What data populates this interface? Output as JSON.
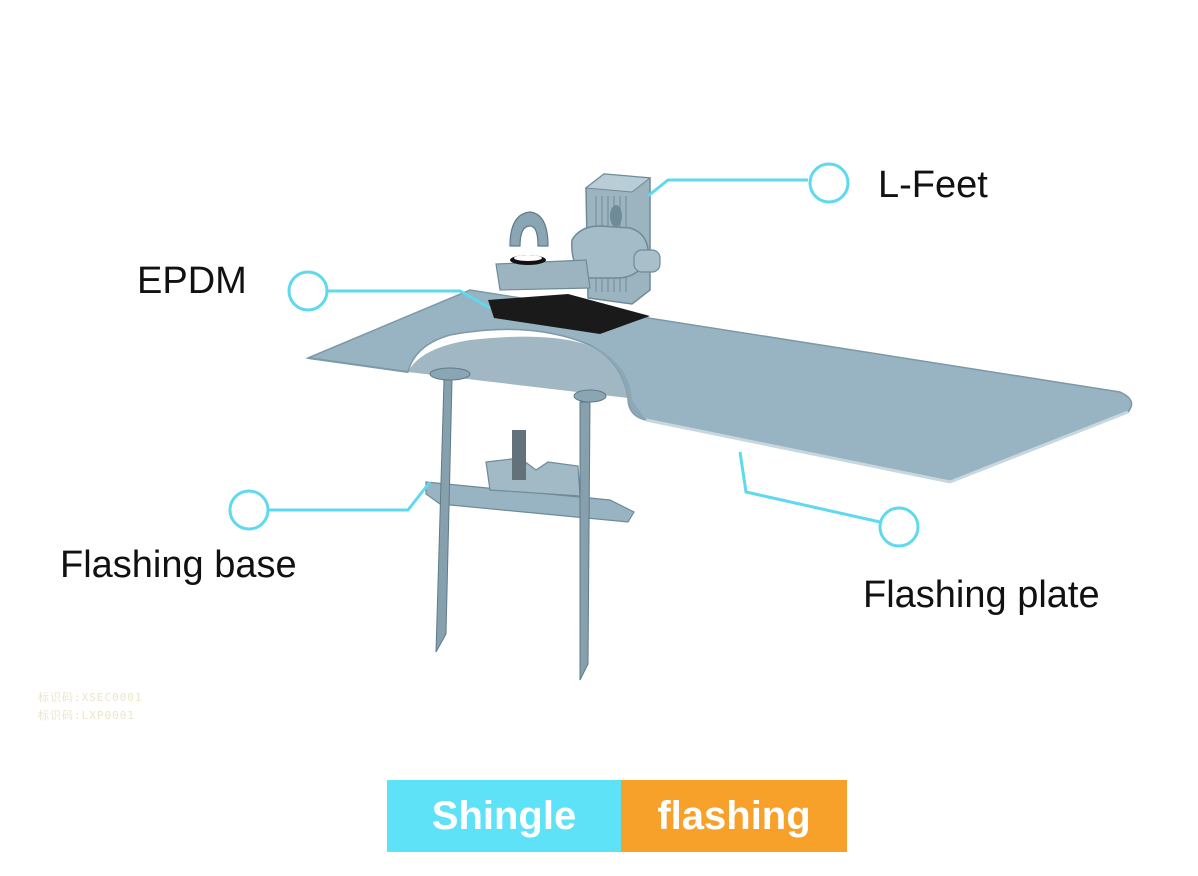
{
  "callouts": {
    "l_feet": "L-Feet",
    "epdm": "EPDM",
    "flashing_base": "Flashing base",
    "flashing_plate": "Flashing plate"
  },
  "watermark": {
    "line1": "标识码:XSEC0001",
    "line2": "标识码:LXP0001"
  },
  "banner": {
    "left_text": "Shingle",
    "right_text": "flashing",
    "left_color": "#5ee2f7",
    "right_color": "#f7a12a"
  },
  "colors": {
    "callout_line": "#5fd9ee",
    "metal": "#9bb4c0",
    "metal_dark": "#6f8a98",
    "gasket": "#1a1a1a"
  }
}
